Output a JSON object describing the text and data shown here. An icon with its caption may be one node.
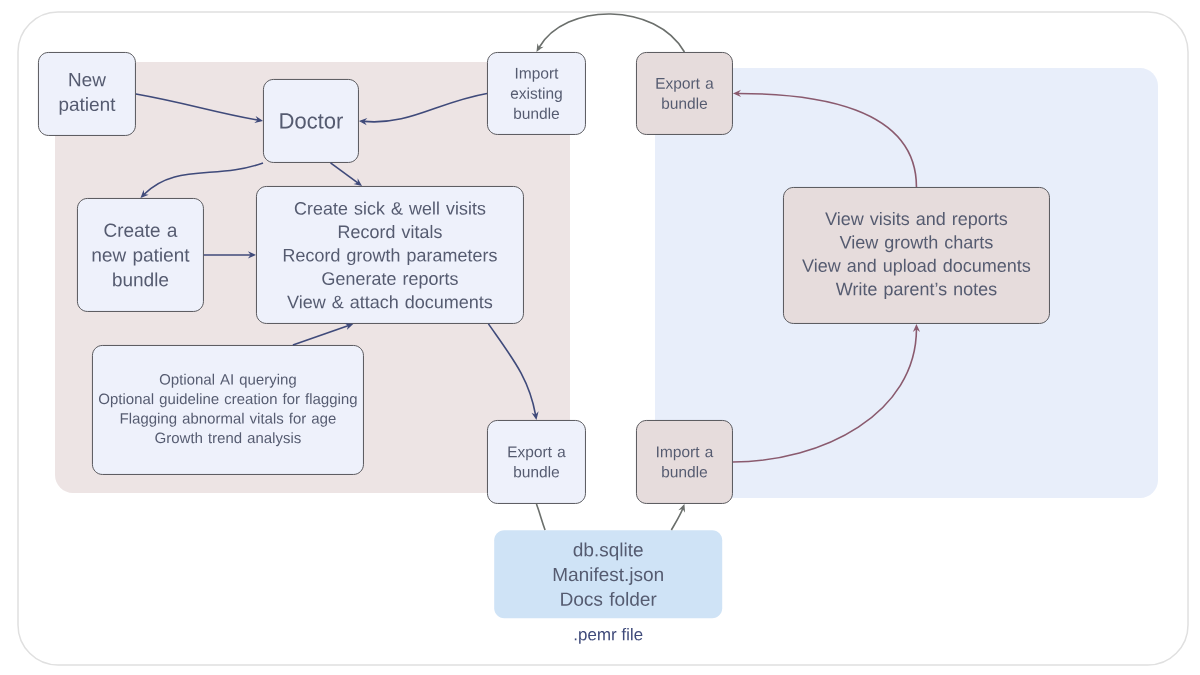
{
  "diagram": {
    "nodes": [
      {
        "text": [
          "New patient"
        ]
      },
      {
        "text": [
          "Doctor"
        ]
      },
      {
        "text": [
          "Import existing bundle"
        ]
      },
      {
        "text": [
          "Export a bundle"
        ]
      },
      {
        "text": [
          "Create a new patient bundle"
        ]
      },
      {
        "text": [
          "Create sick & well visits",
          "Record vitals",
          "Record growth parameters",
          "Generate reports",
          "View & attach documents"
        ]
      },
      {
        "text": [
          "View visits and reports",
          "View growth charts",
          "View and upload documents",
          "Write parent’s notes"
        ]
      },
      {
        "text": [
          "Optional AI querying",
          "Optional guideline creation for flagging",
          "Flagging abnormal vitals for age",
          "Growth trend analysis"
        ]
      },
      {
        "text": [
          "Export a bundle"
        ]
      },
      {
        "text": [
          "Import a bundle"
        ]
      },
      {
        "text": [
          "db.sqlite",
          "Manifest.json",
          "Docs folder"
        ],
        "beside": [
          ".pemr file"
        ]
      }
    ],
    "edges": [
      {
        "from": 0,
        "to": 1,
        "arrow": "to"
      },
      {
        "from": 2,
        "to": 1,
        "arrow": "to"
      },
      {
        "from": 1,
        "to": 4,
        "arrow": "to"
      },
      {
        "from": 1,
        "to": 5,
        "arrow": "to"
      },
      {
        "from": 4,
        "to": 5,
        "arrow": "to"
      },
      {
        "from": 7,
        "to": 5,
        "arrow": "to"
      },
      {
        "from": 5,
        "to": 8,
        "arrow": "to"
      },
      {
        "from": 8,
        "to": 10,
        "arrow": "none",
        "color": "#6b6f6c"
      },
      {
        "from": 10,
        "to": 9,
        "arrow": "to",
        "color": "#6b6f6c"
      },
      {
        "from": 9,
        "to": 6,
        "arrow": "to",
        "color": "#8a5a6e"
      },
      {
        "from": 6,
        "to": 3,
        "arrow": "to",
        "color": "#8a5a6e"
      },
      {
        "from": 3,
        "to": 2,
        "arrow": "to",
        "color": "#6b6f6c"
      }
    ]
  }
}
